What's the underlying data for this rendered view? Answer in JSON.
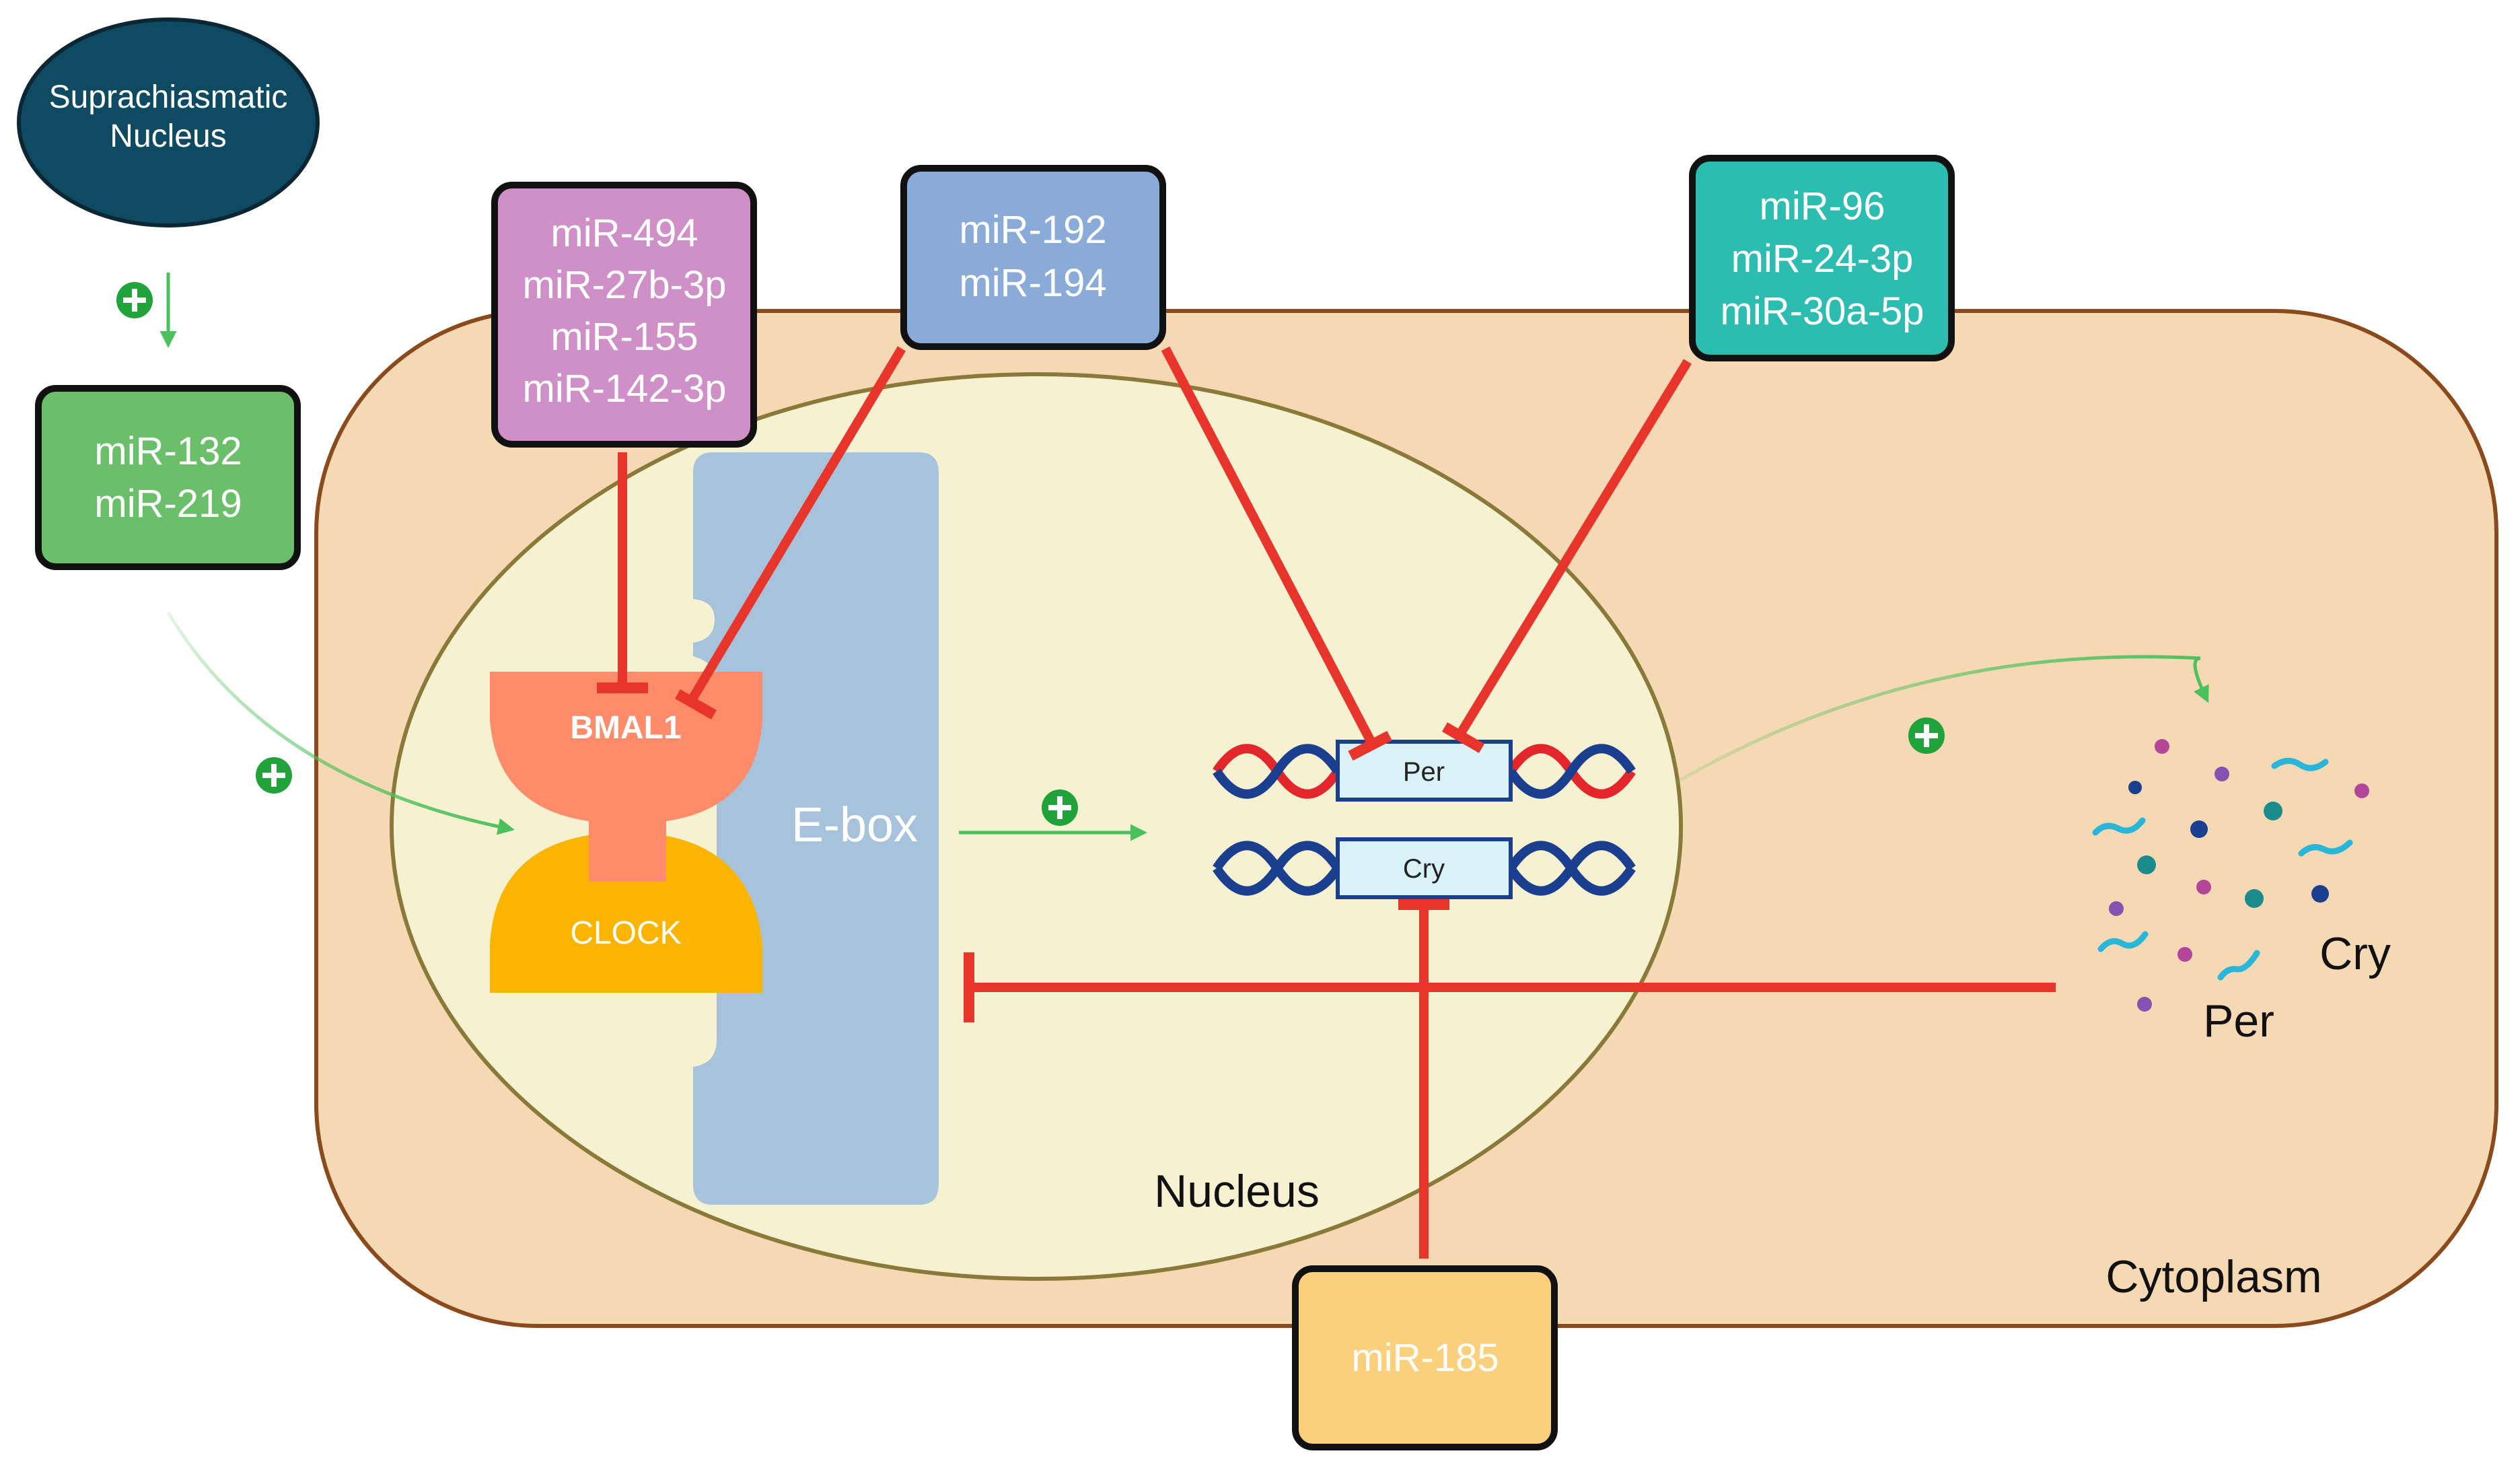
{
  "labels": {
    "scn": [
      "Suprachiasmatic",
      "Nucleus"
    ],
    "green_box": [
      "miR-132",
      "miR-219"
    ],
    "purple_box": [
      "miR-494",
      "miR-27b-3p",
      "miR-155",
      "miR-142-3p"
    ],
    "blue_box": [
      "miR-192",
      "miR-194"
    ],
    "teal_box": [
      "miR-96",
      "miR-24-3p",
      "miR-30a-5p"
    ],
    "yellow_box": "miR-185",
    "bmal1": "BMAL1",
    "clock": "CLOCK",
    "ebox": "E-box",
    "per_gene": "Per",
    "cry_gene": "Cry",
    "nucleus": "Nucleus",
    "cytoplasm": "Cytoplasm",
    "protein_per": "Per",
    "protein_cry": "Cry",
    "plus_sign": "+"
  },
  "colors": {
    "cytoplasm_fill": "#f5d8b4",
    "cytoplasm_stroke": "#8b4a1c",
    "nucleus_fill": "#f6f1d1",
    "nucleus_stroke": "#8a7a3a",
    "scn": "#0e4a62",
    "green_box": "#6cbf6a",
    "purple_box": "#cf90c8",
    "blue_box": "#8aaad8",
    "teal_box": "#2dbdb0",
    "yellow_box": "#fbd07c",
    "bmal1": "#fe8c6a",
    "clock": "#fbb500",
    "ebox": "#a7c2db",
    "inhibit_line": "#e8352b",
    "activate_arrow": "#4cc05c",
    "dna_red": "#e3262c",
    "dna_blue": "#1a3f8f",
    "gene_box": "#d8f2f8"
  }
}
